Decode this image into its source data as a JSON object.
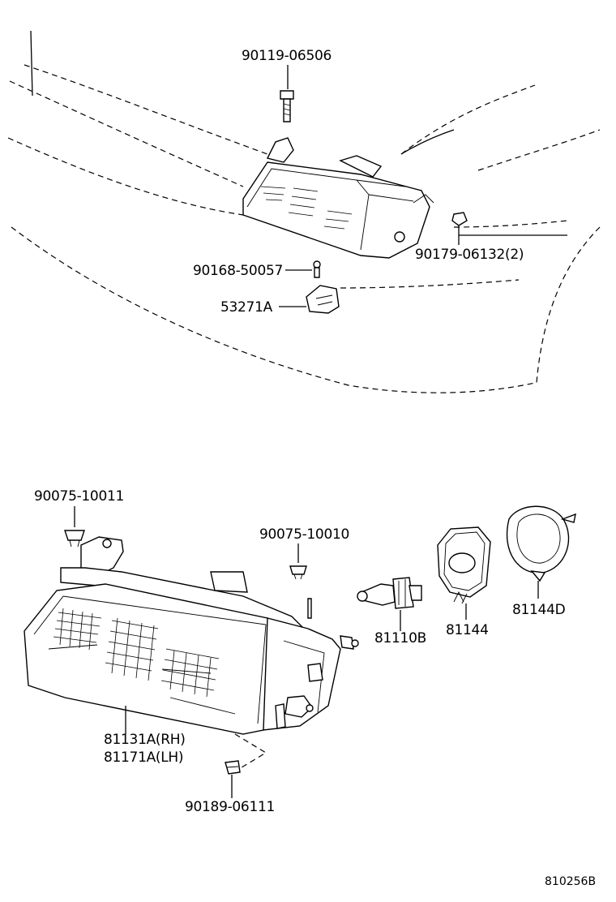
{
  "diagram_id": "810256B",
  "upper_callouts": {
    "bolt": "90119-06506",
    "screw": "90168-50057",
    "bracket": "53271A",
    "nut": "90179-06132(2)"
  },
  "lower_callouts": {
    "clip_left": "90075-10011",
    "clip_center": "90075-10010",
    "bulb": "81110B",
    "socket_cover": "81144",
    "retainer_ring": "81144D",
    "headlamp_rh": "81131A(RH)",
    "headlamp_lh": "81171A(LH)",
    "grommet": "90189-06111"
  }
}
